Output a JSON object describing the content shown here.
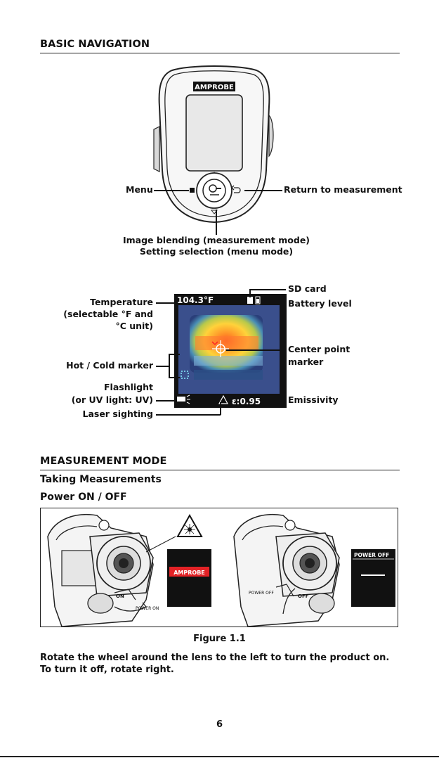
{
  "sections": {
    "basic_navigation": "BASIC NAVIGATION",
    "measurement_mode": "MEASUREMENT MODE",
    "taking_measurements": "Taking Measurements",
    "power_on_off": "Power ON / OFF"
  },
  "device_top": {
    "brand": "AMPROBE",
    "menu_label": "Menu",
    "return_label": "Return to measurement",
    "blend_line1": "Image blending (measurement mode)",
    "blend_line2": "Setting selection (menu mode)"
  },
  "screen_diagram": {
    "temp_readout": "104.3°F",
    "emissivity_readout": "ε:0.95",
    "labels": {
      "temperature_l1": "Temperature",
      "temperature_l2": "(selectable °F and",
      "temperature_l3": "°C unit)",
      "hotcold": "Hot / Cold marker",
      "flash_l1": "Flashlight",
      "flash_l2": "(or UV light: UV)",
      "laser": "Laser sighting",
      "sd": "SD card",
      "battery": "Battery level",
      "center_l1": "Center point",
      "center_l2": "marker",
      "emissivity": "Emissivity"
    }
  },
  "figure": {
    "brand": "AMPROBE",
    "on_label": "ON",
    "power_on_label": "POWER ON",
    "off_label": "OFF",
    "power_off_label": "POWER OFF",
    "power_off_screen": "POWER OFF",
    "caption": "Figure 1.1"
  },
  "body_text": "Rotate the wheel around the lens to the left to turn the product on. To turn it off, rotate right.",
  "page_number": "6",
  "colors": {
    "brand_red": "#e32226",
    "text": "#111111"
  }
}
